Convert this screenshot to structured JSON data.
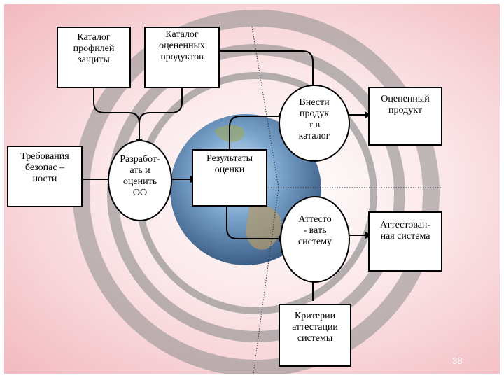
{
  "nodes": {
    "profiles_catalog": "Каталог\nпрофилей\nзащиты",
    "evaluated_catalog": "Каталог\nоцененных\nпродуктов",
    "enter_catalog": "Внести\nпродук\nт в\nкаталог",
    "evaluated_product": "Оцененный\nпродукт",
    "security_requirements": "Требования\nбезопас –\nности",
    "develop_evaluate": "Разработ-\nать и\nоценить\nОО",
    "evaluation_results": "Результаты\nоценки",
    "certify_system": "Аттесто\n- вать\nсистему",
    "certified_system": "Аттестован-\nная система",
    "certification_criteria": "Критерии\nаттестации\nсистемы"
  },
  "page_number": "38",
  "colors": {
    "background_outer": "#f2b9bf",
    "rings": "#8c8c8c",
    "line": "#000000"
  }
}
